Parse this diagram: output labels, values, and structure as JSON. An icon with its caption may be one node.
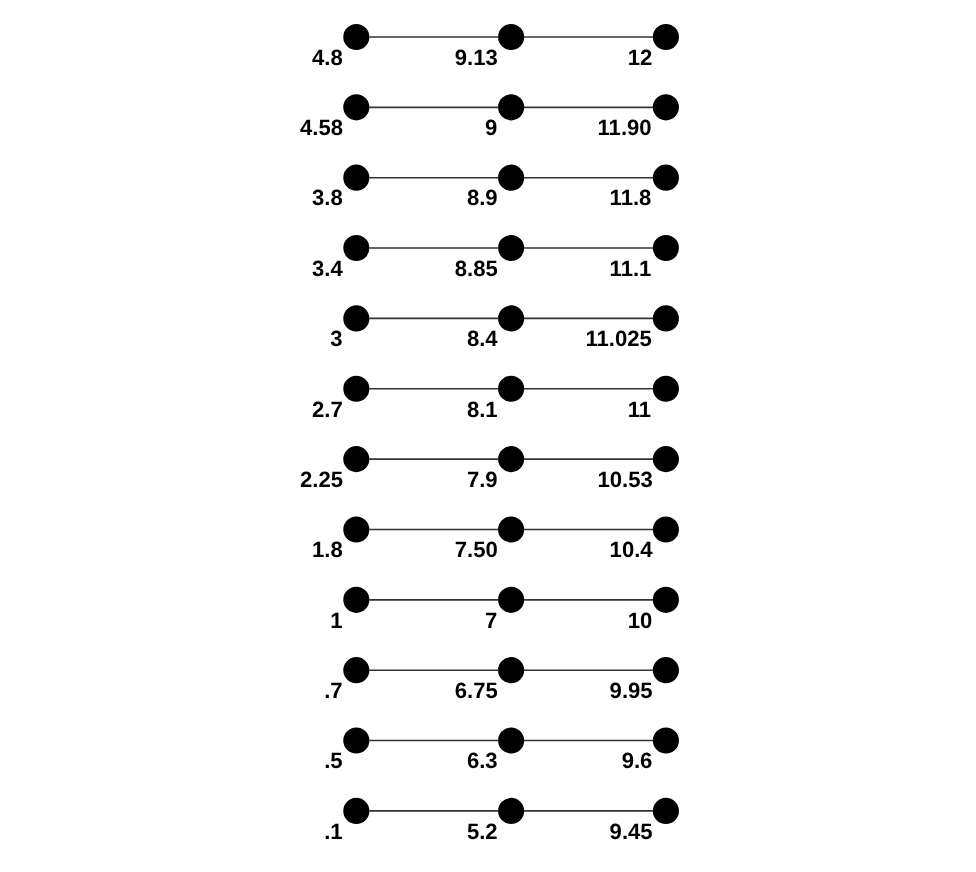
{
  "diagram": {
    "nodes": [
      {
        "text": [],
        "shape": "circle",
        "beside": [
          ".1"
        ]
      },
      {
        "text": [],
        "shape": "circle",
        "beside": [
          "5.2"
        ]
      },
      {
        "text": [],
        "shape": "circle",
        "beside": [
          "9.45"
        ]
      },
      {
        "text": [],
        "shape": "circle",
        "beside": [
          ".5"
        ]
      },
      {
        "text": [],
        "shape": "circle",
        "beside": [
          "6.3"
        ]
      },
      {
        "text": [],
        "shape": "circle",
        "beside": [
          "9.6"
        ]
      },
      {
        "text": [],
        "shape": "circle",
        "beside": [
          ".7"
        ]
      },
      {
        "text": [],
        "shape": "circle",
        "beside": [
          "6.75"
        ]
      },
      {
        "text": [],
        "shape": "circle",
        "beside": [
          "9.95"
        ]
      },
      {
        "text": [],
        "shape": "circle",
        "beside": [
          "1"
        ]
      },
      {
        "text": [],
        "shape": "circle",
        "beside": [
          "7"
        ]
      },
      {
        "text": [],
        "shape": "circle",
        "beside": [
          "10"
        ]
      },
      {
        "text": [],
        "shape": "circle",
        "beside": [
          "1.8"
        ]
      },
      {
        "text": [],
        "shape": "circle",
        "beside": [
          "7.50"
        ]
      },
      {
        "text": [],
        "shape": "circle",
        "beside": [
          "10.4"
        ]
      },
      {
        "text": [],
        "shape": "circle",
        "beside": [
          "2.25"
        ]
      },
      {
        "text": [],
        "shape": "circle",
        "beside": [
          "7.9"
        ]
      },
      {
        "text": [],
        "shape": "circle",
        "beside": [
          "10.53"
        ]
      },
      {
        "text": [],
        "shape": "circle",
        "beside": [
          "2.7"
        ]
      },
      {
        "text": [],
        "shape": "circle",
        "beside": [
          "8.1"
        ]
      },
      {
        "text": [],
        "shape": "circle",
        "beside": [
          "11"
        ]
      },
      {
        "text": [],
        "shape": "circle",
        "beside": [
          "3"
        ]
      },
      {
        "text": [],
        "shape": "circle",
        "beside": [
          "8.4"
        ]
      },
      {
        "text": [],
        "shape": "circle",
        "beside": [
          "11.025"
        ]
      },
      {
        "text": [],
        "shape": "circle",
        "beside": [
          "3.4"
        ]
      },
      {
        "text": [],
        "shape": "circle",
        "beside": [
          "8.85"
        ]
      },
      {
        "text": [],
        "shape": "circle",
        "beside": [
          "11.1"
        ]
      },
      {
        "text": [],
        "shape": "circle",
        "beside": [
          "3.8"
        ]
      },
      {
        "text": [],
        "shape": "circle",
        "beside": [
          "8.9"
        ]
      },
      {
        "text": [],
        "shape": "circle",
        "beside": [
          "11.8"
        ]
      },
      {
        "text": [],
        "shape": "circle",
        "beside": [
          "4.58"
        ]
      },
      {
        "text": [],
        "shape": "circle",
        "beside": [
          "9"
        ]
      },
      {
        "text": [],
        "shape": "circle",
        "beside": [
          "11.90"
        ]
      },
      {
        "text": [],
        "shape": "circle",
        "beside": [
          "4.8"
        ]
      },
      {
        "text": [],
        "shape": "circle",
        "beside": [
          "9.13"
        ]
      },
      {
        "text": [],
        "shape": "circle",
        "beside": [
          "12"
        ]
      }
    ],
    "edges": [
      {
        "from": 0,
        "to": 1,
        "arrow": "none"
      },
      {
        "from": 1,
        "to": 2,
        "arrow": "none"
      },
      {
        "from": 3,
        "to": 4,
        "arrow": "none"
      },
      {
        "from": 4,
        "to": 5,
        "arrow": "none"
      },
      {
        "from": 6,
        "to": 7,
        "arrow": "none"
      },
      {
        "from": 7,
        "to": 8,
        "arrow": "none"
      },
      {
        "from": 9,
        "to": 10,
        "arrow": "none"
      },
      {
        "from": 10,
        "to": 11,
        "arrow": "none"
      },
      {
        "from": 12,
        "to": 13,
        "arrow": "none"
      },
      {
        "from": 13,
        "to": 14,
        "arrow": "none"
      },
      {
        "from": 15,
        "to": 16,
        "arrow": "none"
      },
      {
        "from": 16,
        "to": 17,
        "arrow": "none"
      },
      {
        "from": 18,
        "to": 19,
        "arrow": "none"
      },
      {
        "from": 19,
        "to": 20,
        "arrow": "none"
      },
      {
        "from": 21,
        "to": 22,
        "arrow": "none"
      },
      {
        "from": 22,
        "to": 23,
        "arrow": "none"
      },
      {
        "from": 24,
        "to": 25,
        "arrow": "none"
      },
      {
        "from": 25,
        "to": 26,
        "arrow": "none"
      },
      {
        "from": 27,
        "to": 28,
        "arrow": "none"
      },
      {
        "from": 28,
        "to": 29,
        "arrow": "none"
      },
      {
        "from": 30,
        "to": 31,
        "arrow": "none"
      },
      {
        "from": 31,
        "to": 32,
        "arrow": "none"
      },
      {
        "from": 33,
        "to": 34,
        "arrow": "none"
      },
      {
        "from": 34,
        "to": 35,
        "arrow": "none"
      }
    ]
  }
}
